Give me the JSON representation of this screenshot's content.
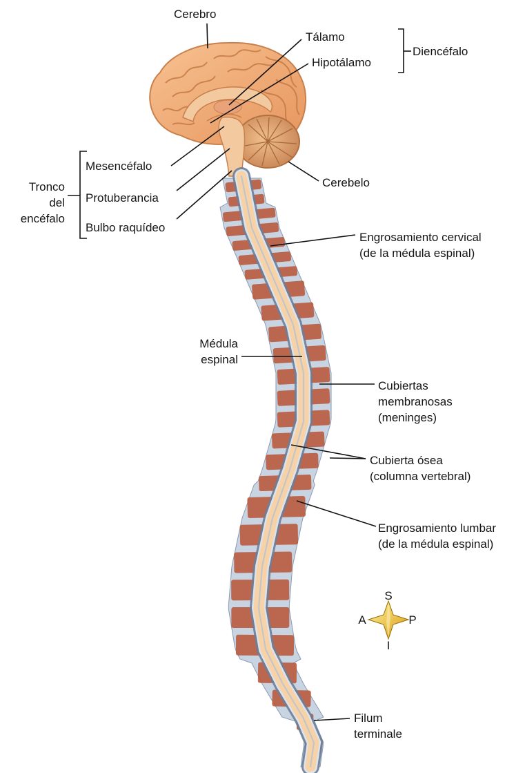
{
  "labels": {
    "cerebro": "Cerebro",
    "talamo": "Tálamo",
    "hipotalamo": "Hipotálamo",
    "diencefalo": "Diencéfalo",
    "cerebelo": "Cerebelo",
    "mesencefalo": "Mesencéfalo",
    "protuberancia": "Protuberancia",
    "bulbo": "Bulbo raquídeo",
    "tronco_1": "Tronco",
    "tronco_2": "del",
    "tronco_3": "encéfalo",
    "engrosamiento_cervical_1": "Engrosamiento cervical",
    "engrosamiento_cervical_2": "(de la médula espinal)",
    "medula_1": "Médula",
    "medula_2": "espinal",
    "cubiertas_1": "Cubiertas",
    "cubiertas_2": "membranosas",
    "cubiertas_3": "(meninges)",
    "osea_1": "Cubierta ósea",
    "osea_2": "(columna vertebral)",
    "lumbar_1": "Engrosamiento lumbar",
    "lumbar_2": "(de la médula espinal)",
    "filum_1": "Filum",
    "filum_2": "terminale"
  },
  "compass": {
    "s": "S",
    "a": "A",
    "p": "P",
    "i": "I"
  },
  "colors": {
    "brain": "#f2b07a",
    "brain_dark": "#d9874e",
    "vertebra": "#b8573a",
    "disc": "#c9d4e2",
    "cord": "#f6d2a6",
    "meninges": "#6d7e99",
    "compass_star": "#f0c030"
  }
}
